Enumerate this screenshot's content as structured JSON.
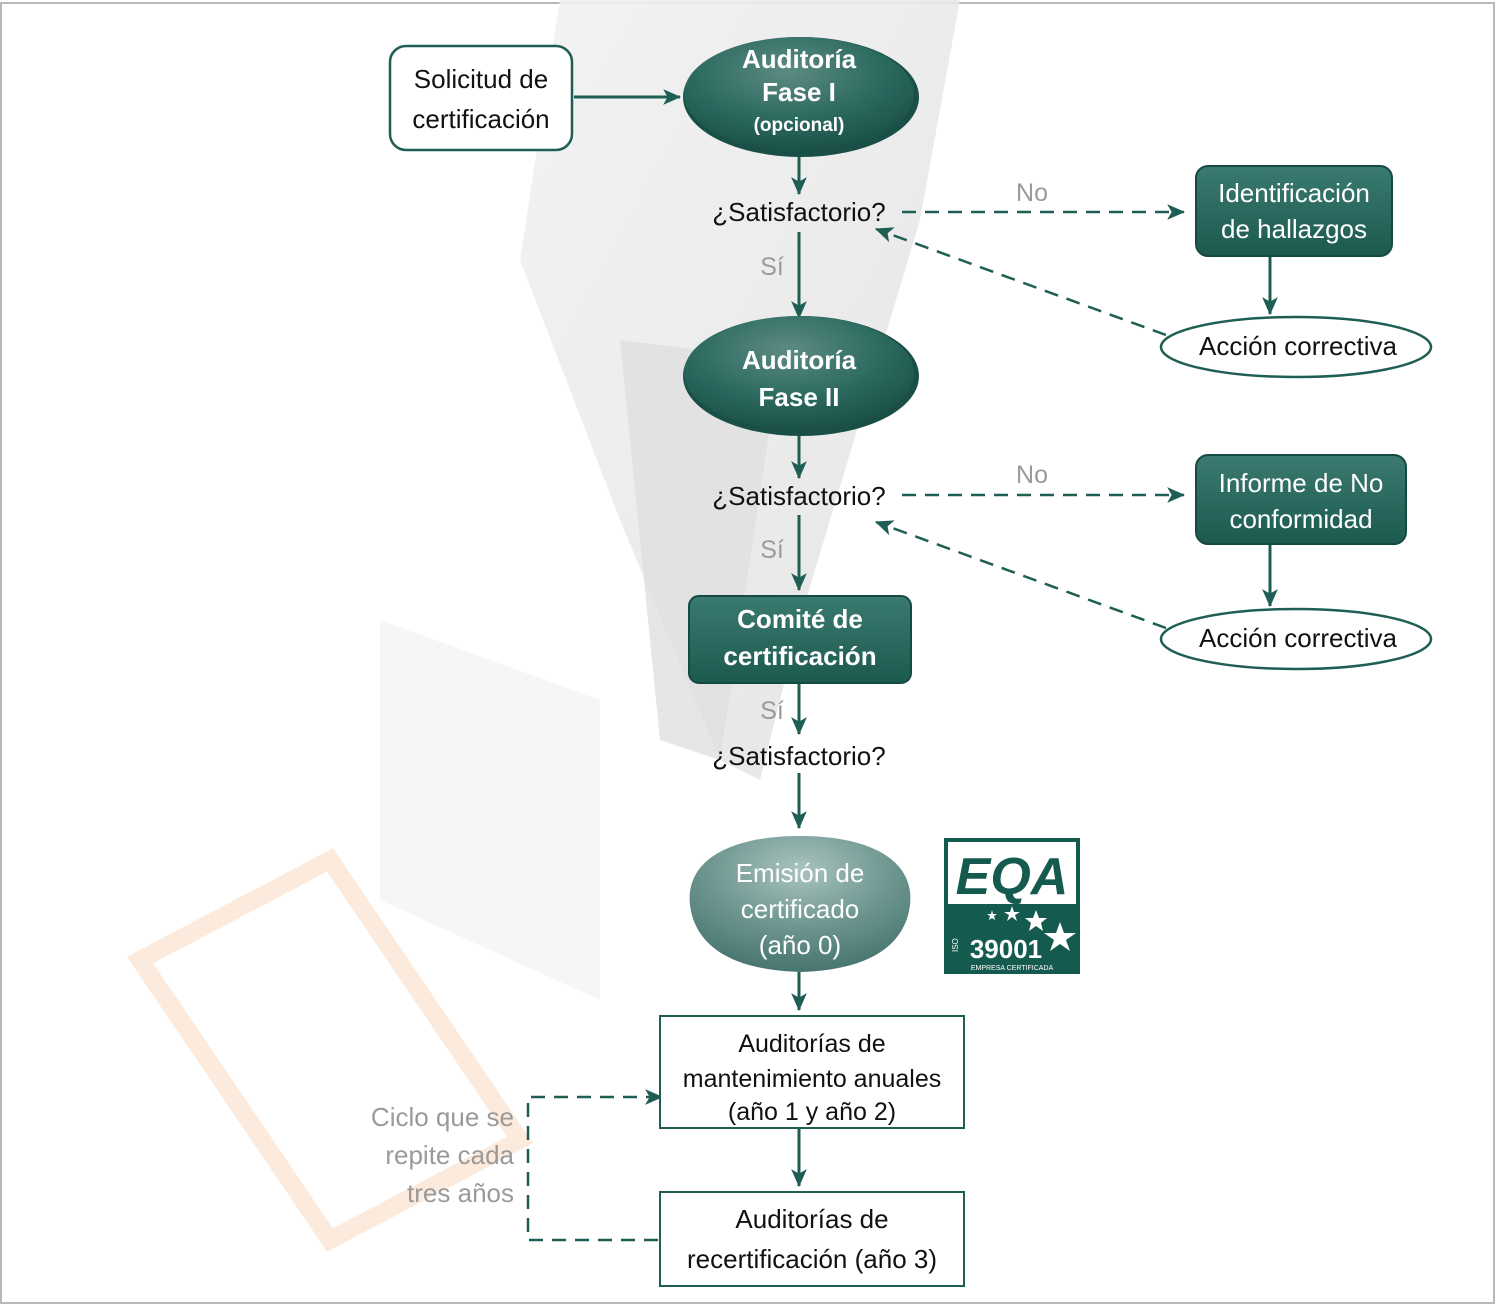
{
  "nodes": {
    "solicitud": [
      "Solicitud de",
      "certificación"
    ],
    "fase1": [
      "Auditoría",
      "Fase I",
      "(opcional)"
    ],
    "satisf1": "¿Satisfactorio?",
    "identificacion": [
      "Identificación",
      "de hallazgos"
    ],
    "accion1": "Acción correctiva",
    "fase2": [
      "Auditoría",
      "Fase II"
    ],
    "satisf2": "¿Satisfactorio?",
    "informe": [
      "Informe de No",
      "conformidad"
    ],
    "accion2": "Acción correctiva",
    "comite": [
      "Comité de",
      "certificación"
    ],
    "satisf3": "¿Satisfactorio?",
    "emision": [
      "Emisión de",
      "certificado",
      "(año 0)"
    ],
    "mantenimiento": [
      "Auditorías de",
      "mantenimiento anuales",
      "(año 1 y año 2)"
    ],
    "recertificacion": [
      "Auditorías de",
      "recertificación (año 3)"
    ]
  },
  "edge_labels": {
    "no1": "No",
    "si1": "Sí",
    "no2": "No",
    "si2": "Sí",
    "si3": "Sí"
  },
  "cycle_note": [
    "Ciclo que se",
    "repite cada",
    "tres años"
  ],
  "badge": {
    "brand": "EQA",
    "iso": "ISO",
    "standard": "39001",
    "caption": "EMPRESA CERTIFICADA"
  },
  "colors": {
    "primary": "#1f5e54",
    "primary_dark": "#154a42",
    "gray_label": "#9a9a9a",
    "frame": "#b0b0b0"
  }
}
